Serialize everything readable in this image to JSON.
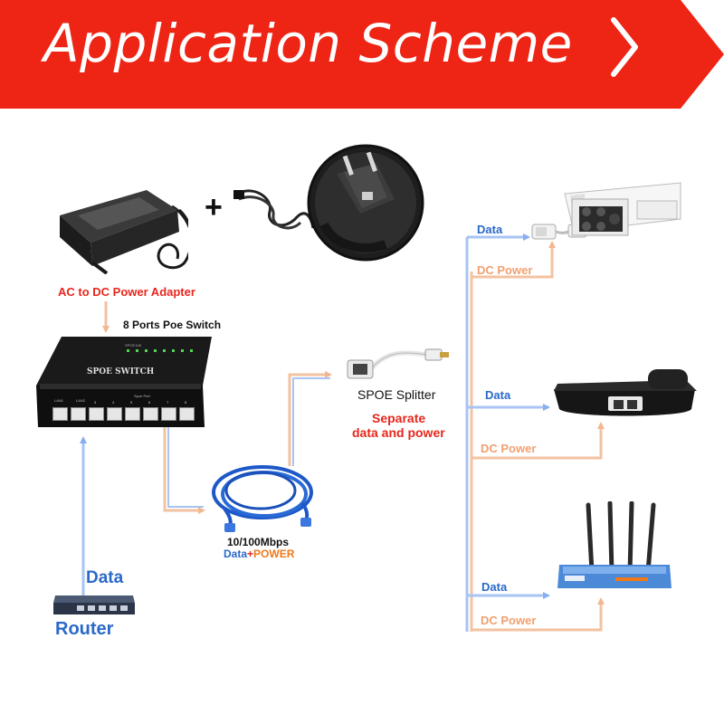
{
  "header": {
    "title": "Application Scheme"
  },
  "labels": {
    "adapter": "AC to DC Power Adapter",
    "switch": "8 Ports Poe Switch",
    "splitter": "SPOE Splitter",
    "separate_line1": "Separate",
    "separate_line2": "data and power",
    "cable_speed": "10/100Mbps",
    "cable_data": "Data",
    "cable_plus": "+",
    "cable_power": "POWER",
    "router_data": "Data",
    "router": "Router",
    "camera_data": "Data",
    "camera_power": "DC Power",
    "phone_data": "Data",
    "phone_power": "DC Power",
    "ap_data": "Data",
    "ap_power": "DC Power"
  },
  "device_text": {
    "switch_face": "SPOE SWITCH",
    "switch_model": "SPOE108",
    "switch_lan1": "LAN1",
    "switch_lan2": "LAN2",
    "switch_poe": "Spoe Port",
    "switch_ports": [
      "1",
      "2",
      "3",
      "4",
      "5",
      "6",
      "7",
      "8"
    ]
  },
  "colors": {
    "banner_red": "#ee2415",
    "data_blue": "#98b8f0",
    "power_orange": "#f3c2a0",
    "label_red": "#e8261c",
    "label_blue": "#2a69c8"
  },
  "icons": [
    "power-adapter-icon",
    "power-cord-icon",
    "eu-plug-icon",
    "poe-switch-icon",
    "ethernet-cable-icon",
    "poe-splitter-icon",
    "router-icon",
    "ip-camera-icon",
    "ip-phone-icon",
    "wifi-ap-icon",
    "chevron-right-icon"
  ]
}
